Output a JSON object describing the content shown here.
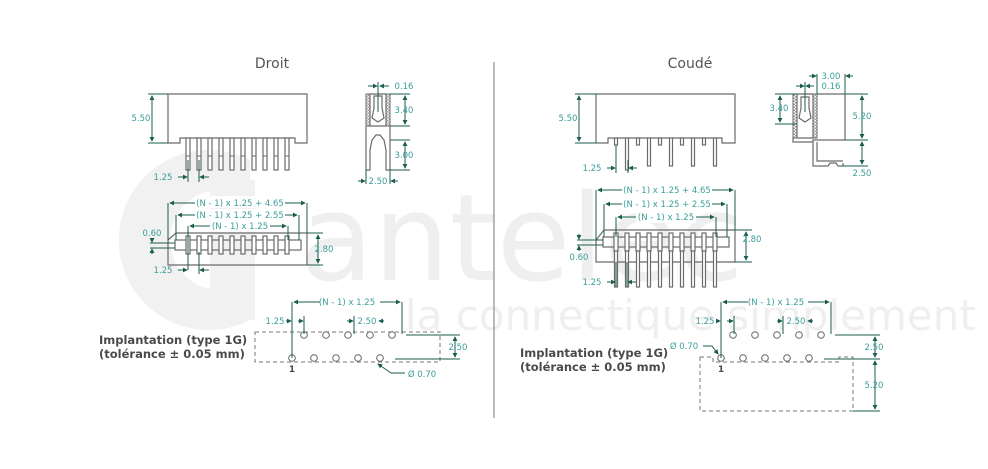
{
  "watermark": {
    "logo": "antelec",
    "tagline": "la connectique simplement"
  },
  "colors": {
    "dimension_line": "#1b5e4f",
    "dimension_text": "#3a9e9a",
    "outline": "#6b6b6b",
    "watermark": "#efefef"
  },
  "left_panel": {
    "title": "Droit",
    "front_view": {
      "height_label": "5.50",
      "pitch_label": "1.25"
    },
    "side_view": {
      "blade_label": "0.16",
      "upper_label": "3.40",
      "lower_label": "3.00",
      "width_label": "2.50"
    },
    "top_view": {
      "overall_label": "(N - 1) x 1.25 + 4.65",
      "inner_label": "(N - 1) x 1.25 + 2.55",
      "pin_span_label": "(N - 1) x 1.25",
      "offset_label": "0.60",
      "depth_label": "2.80",
      "pitch_label": "1.25"
    },
    "layout": {
      "title_line1": "Implantation (type 1G)",
      "title_line2": "(tolérance ± 0.05 mm)",
      "span_label": "(N - 1) x 1.25",
      "offset_label": "1.25",
      "row_pitch_label": "2.50",
      "row_spacing_label": "2.50",
      "hole_label": "Ø 0.70",
      "pin1_label": "1"
    }
  },
  "right_panel": {
    "title": "Coudé",
    "front_view": {
      "height_label": "5.50",
      "pitch_label": "1.25"
    },
    "side_view": {
      "depth_label": "3.00",
      "blade_label": "0.16",
      "upper_label": "3.40",
      "height_label": "5.20",
      "leg_label": "2.50"
    },
    "top_view": {
      "overall_label": "(N - 1) x 1.25 + 4.65",
      "inner_label": "(N - 1) x 1.25 + 2.55",
      "pin_span_label": "(N - 1) x 1.25",
      "offset_label": "0.60",
      "depth_label": "2.80",
      "pitch_label": "1.25"
    },
    "layout": {
      "title_line1": "Implantation (type 1G)",
      "title_line2": "(tolérance ± 0.05 mm)",
      "span_label": "(N - 1) x 1.25",
      "offset_label": "1.25",
      "row_pitch_label": "2.50",
      "row_spacing_label": "2.50",
      "body_label": "5.20",
      "hole_label": "Ø 0.70",
      "pin1_label": "1"
    }
  }
}
